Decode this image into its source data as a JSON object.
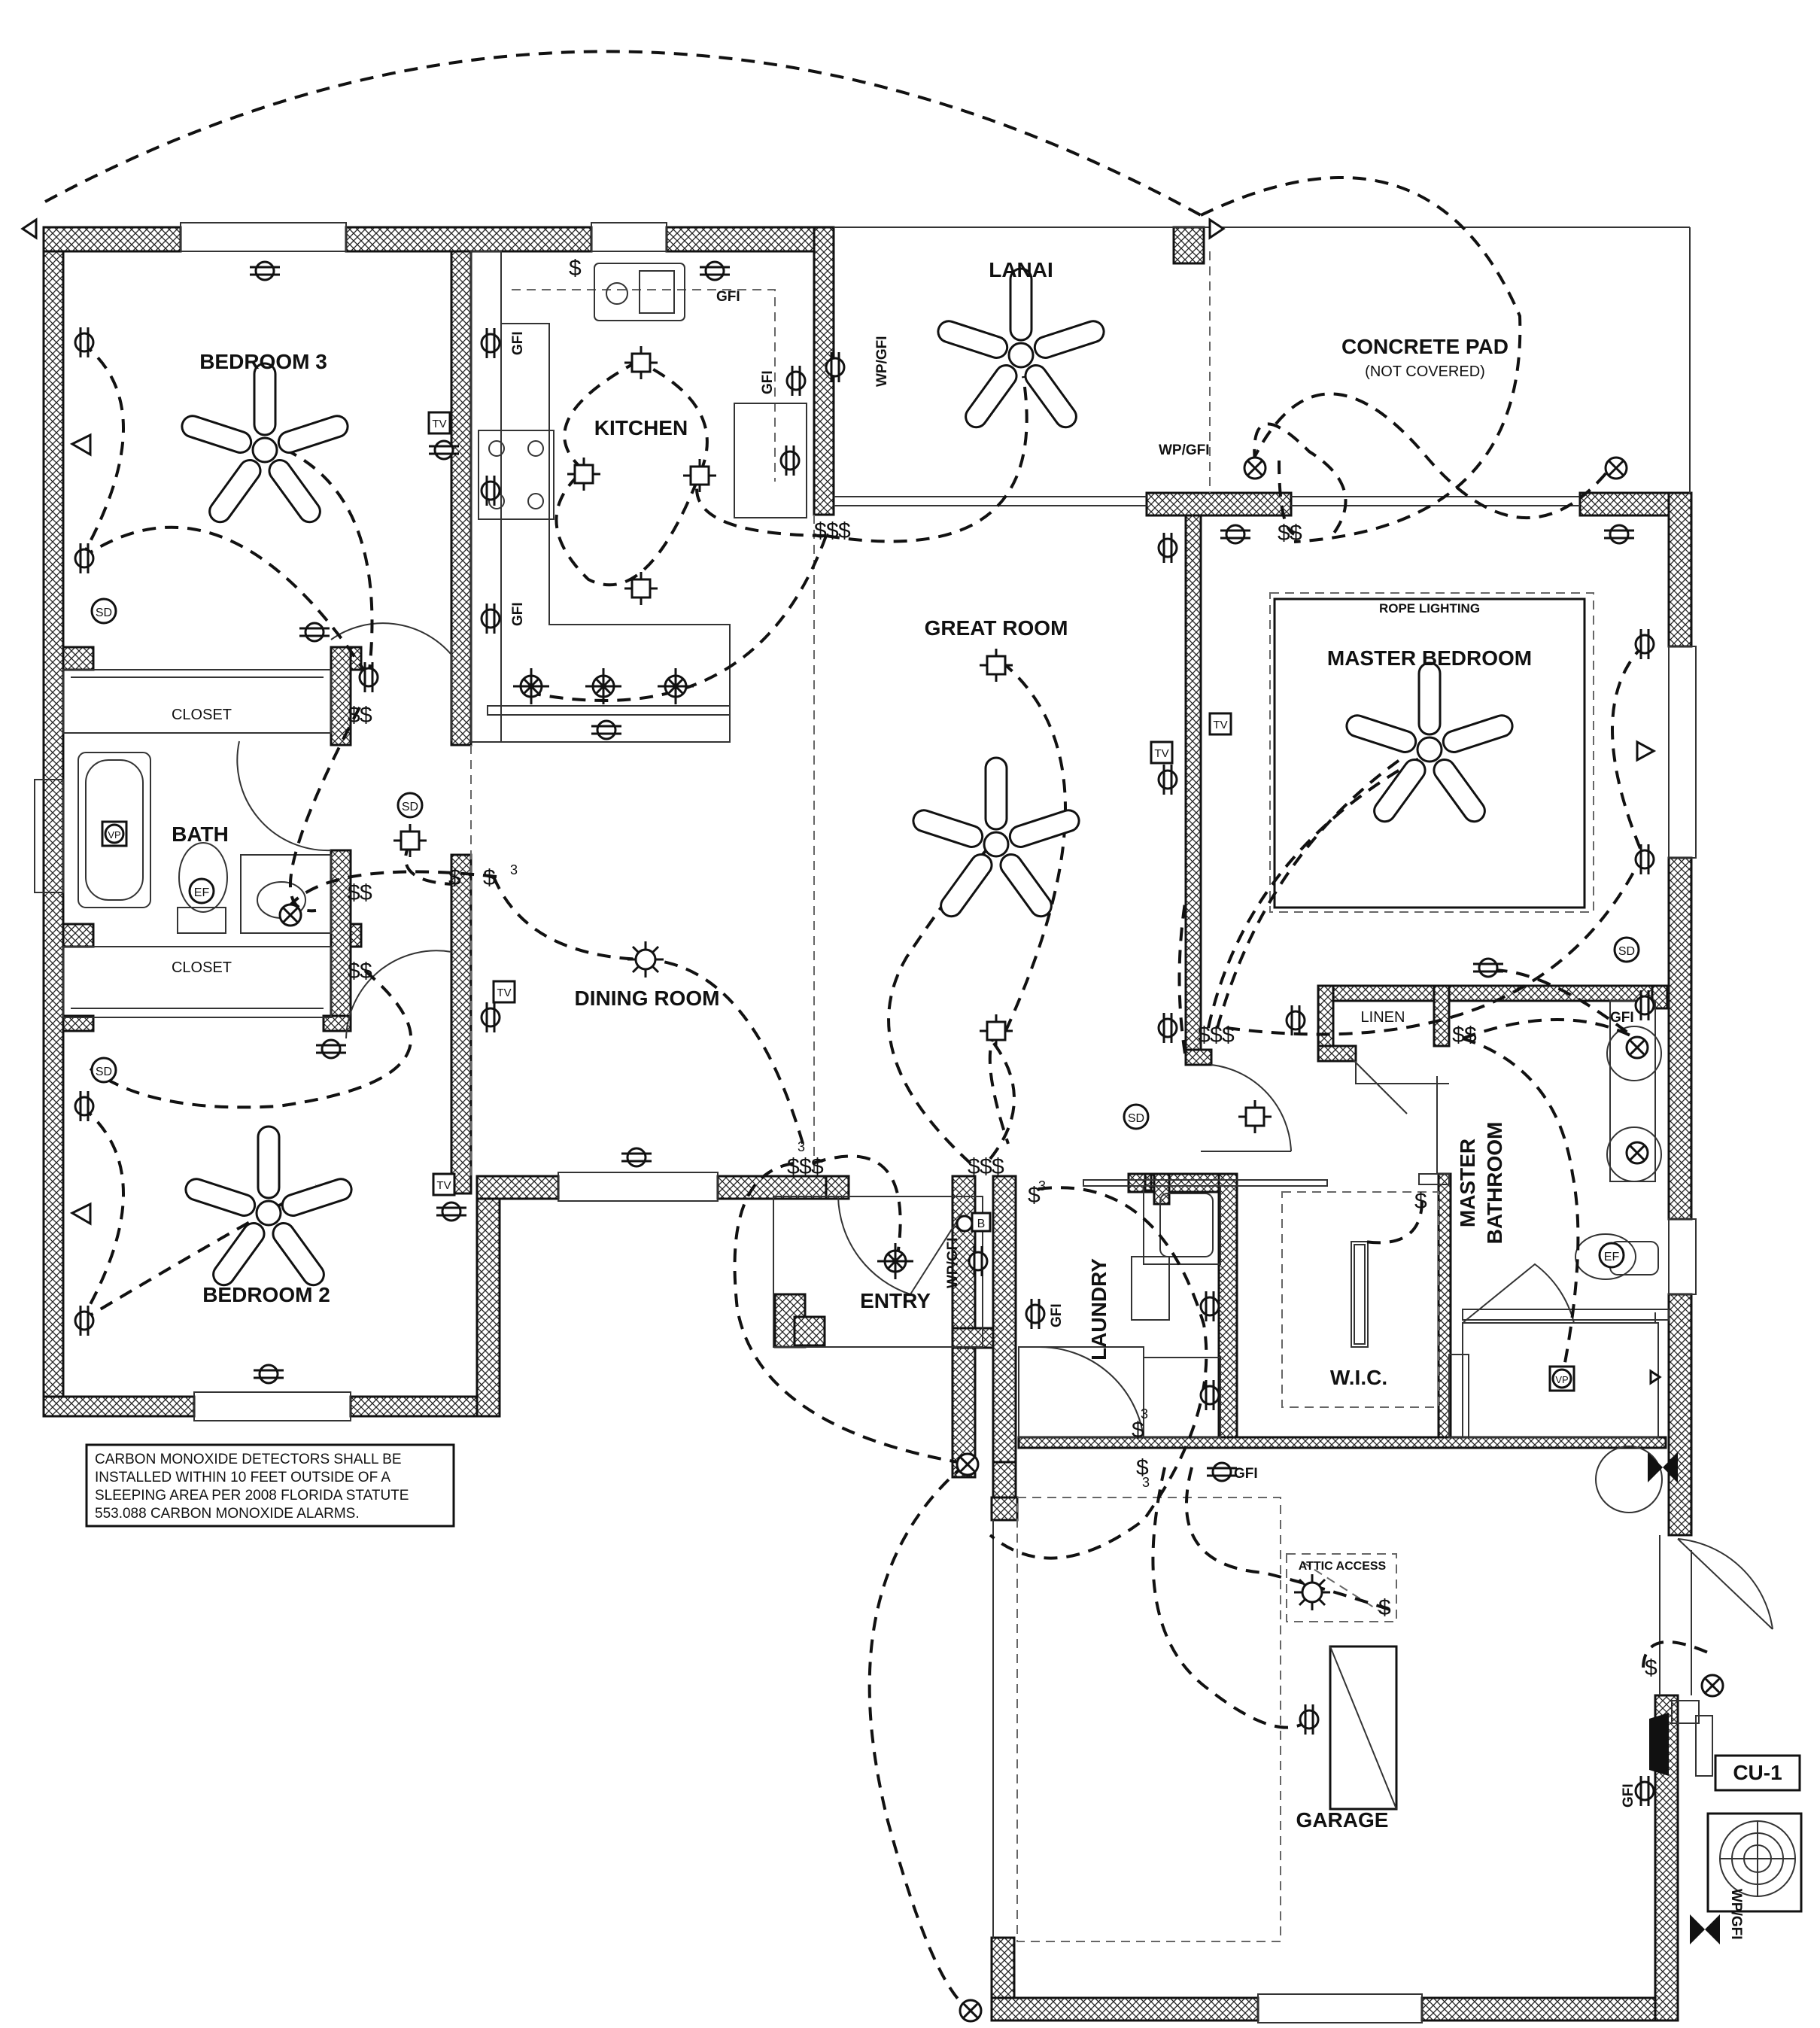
{
  "rooms": {
    "bedroom3": "BEDROOM 3",
    "bedroom2": "BEDROOM 2",
    "kitchen": "KITCHEN",
    "lanai": "LANAI",
    "concrete_pad": "CONCRETE PAD",
    "concrete_pad_sub": "(NOT COVERED)",
    "great_room": "GREAT ROOM",
    "master_bedroom": "MASTER BEDROOM",
    "rope_lighting": "ROPE LIGHTING",
    "bath": "BATH",
    "closet_1": "CLOSET",
    "closet_2": "CLOSET",
    "dining_room": "DINING ROOM",
    "entry": "ENTRY",
    "laundry": "LAUNDRY",
    "wic": "W.I.C.",
    "master_bathroom_1": "MASTER",
    "master_bathroom_2": "BATHROOM",
    "linen": "LINEN",
    "garage": "GARAGE",
    "attic_access": "ATTIC ACCESS",
    "cu1": "CU-1"
  },
  "symbols": {
    "gfi": "GFI",
    "wp_gfi": "WP/GFI",
    "sd": "SD",
    "vp": "VP",
    "ef": "EF",
    "tv": "TV",
    "switch": "$",
    "three": "3",
    "b": "B"
  },
  "note": {
    "lines": [
      "CARBON MONOXIDE DETECTORS SHALL BE",
      "INSTALLED WITHIN 10 FEET OUTSIDE OF A",
      "SLEEPING AREA PER 2008 FLORIDA STATUTE",
      "553.088 CARBON MONOXIDE ALARMS."
    ]
  },
  "colors": {
    "line": "#111111",
    "background": "#ffffff"
  }
}
